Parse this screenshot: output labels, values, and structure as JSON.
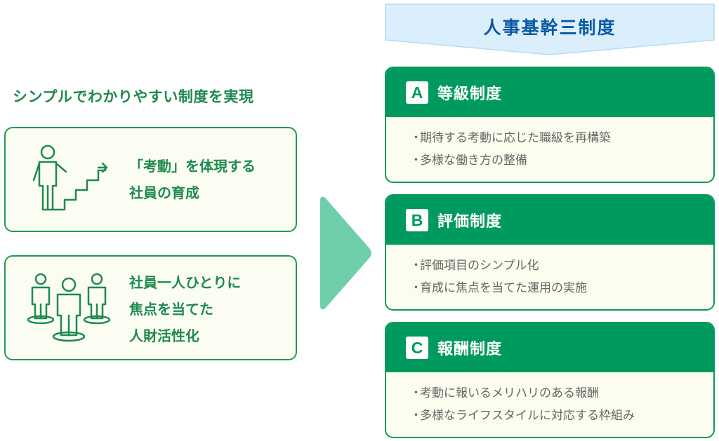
{
  "colors": {
    "green": "#1e8a4e",
    "card_green": "#009a5e",
    "arrow_teal": "#6fcfaa",
    "banner_blue": "#0b5aa4",
    "banner_fill": "#dbeefb"
  },
  "left": {
    "heading": "シンプルでわかりやすい制度を実現",
    "cards": [
      {
        "icon": "person-climbing-stairs-icon",
        "lines": [
          "「考動」を体現する",
          "社員の育成"
        ]
      },
      {
        "icon": "three-people-icon",
        "lines": [
          "社員一人ひとりに",
          "焦点を当てた",
          "人財活性化"
        ]
      }
    ]
  },
  "banner": {
    "title": "人事基幹三制度"
  },
  "systems": [
    {
      "badge": "A",
      "title": "等級制度",
      "items": [
        "期待する考動に応じた職級を再構築",
        "多様な働き方の整備"
      ]
    },
    {
      "badge": "B",
      "title": "評価制度",
      "items": [
        "評価項目のシンプル化",
        "育成に焦点を当てた運用の実施"
      ]
    },
    {
      "badge": "C",
      "title": "報酬制度",
      "items": [
        "考動に報いるメリハリのある報酬",
        "多様なライフスタイルに対応する枠組み"
      ]
    }
  ]
}
